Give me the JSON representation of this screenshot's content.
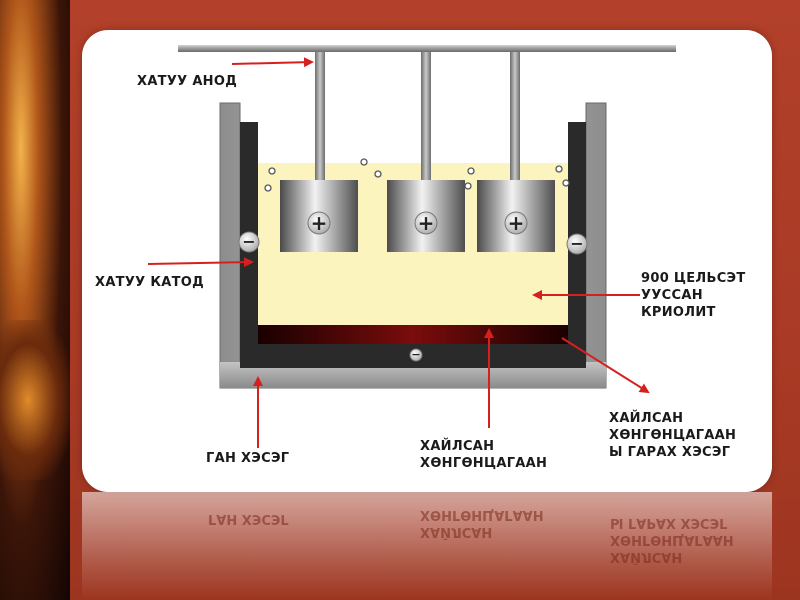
{
  "labels": {
    "solid_anode": "ХАТУУ АНОД",
    "solid_cathode": "ХАТУУ КАТОД",
    "molten_cryolite": "900 ЦЕЛЬСЭТ\nУУССАН\nКРИОЛИТ",
    "steel_part": "ГАН ХЭСЭГ",
    "molten_aluminum": "ХАЙЛСАН\nХӨНГӨНЦАГААН",
    "aluminum_outlet": "ХАЙЛСАН\nХӨНГӨНЦАГААН\nЫ ГАРАХ ХЭСЭГ"
  },
  "reflection": {
    "steel_part": "ГАН ХЭСЭГ",
    "molten_aluminum": "ХАЙЛСАН\nХӨНГӨНЦАГААН",
    "aluminum_outlet": "ХАЙЛСАН\nХӨНГӨНЦАГААН\nЫ ГАРАХ ХЭСЭГ"
  },
  "symbols": {
    "plus": "+",
    "minus": "−"
  },
  "colors": {
    "arrow": "#d62020",
    "electrolyte": "#fbf4bf",
    "background": "#b2402a"
  },
  "icons": [
    "plus-sign-icon",
    "minus-sign-icon",
    "arrow-icon",
    "bubble-icon"
  ]
}
